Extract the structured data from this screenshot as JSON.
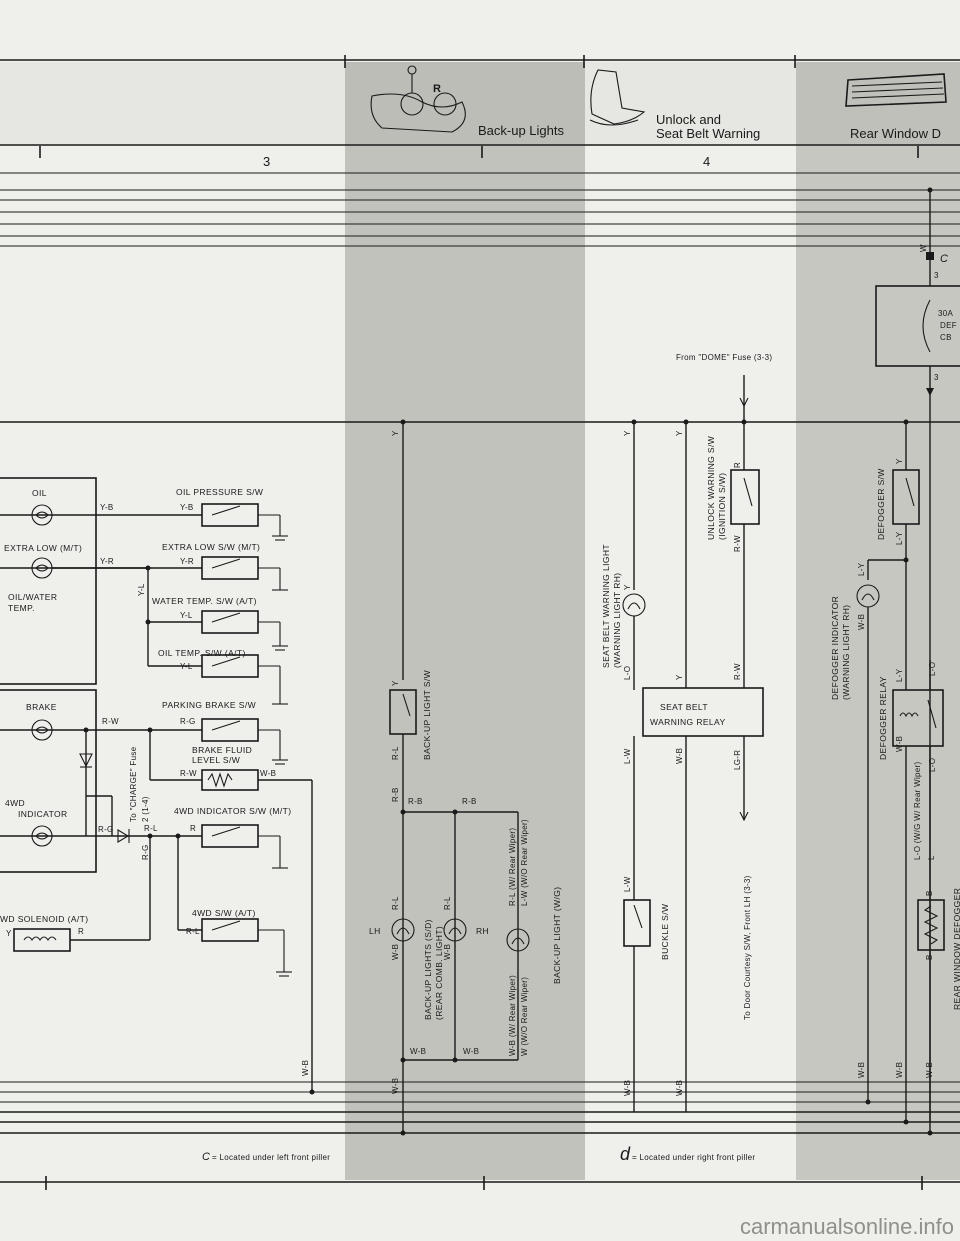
{
  "header": {
    "sections": [
      "Back-up Lights",
      "Unlock and",
      "Seat Belt Warning",
      "Rear Window D"
    ],
    "columns": [
      "3",
      "4"
    ]
  },
  "warning_panel": {
    "oil": "OIL",
    "extra_low": "EXTRA LOW (M/T)",
    "oil_water_1": "OIL/WATER",
    "oil_water_2": "TEMP.",
    "brake": "BRAKE",
    "indicator_4wd_1": "4WD",
    "indicator_4wd_2": "INDICATOR",
    "solenoid": "WD SOLENOID (A/T)"
  },
  "switches": {
    "oil_pressure": "OIL PRESSURE S/W",
    "extra_low": "EXTRA LOW S/W (M/T)",
    "water_temp": "WATER TEMP. S/W (A/T)",
    "oil_temp": "OIL TEMP. S/W (A/T)",
    "parking_brake": "PARKING BRAKE S/W",
    "brake_fluid_1": "BRAKE FLUID",
    "brake_fluid_2": "LEVEL S/W",
    "ind_4wd_sw": "4WD INDICATOR S/W (M/T)",
    "sw_4wd_at": "4WD S/W (A/T)",
    "charge_fuse_1": "To \"CHARGE\" Fuse",
    "charge_fuse_2": "2 (1-4)"
  },
  "backup": {
    "switch": "BACK-UP LIGHT S/W",
    "lights_1": "BACK-UP LIGHTS (S/D)",
    "lights_2": "(REAR COMB. LIGHT)",
    "lh": "LH",
    "rh": "RH",
    "light_wg": "BACK-UP LIGHT (W/G)",
    "wiper_rl_1": "R-L (W/ Rear Wiper)",
    "wiper_rl_2": "L-W (W/O Rear Wiper)",
    "wiper_wb_1": "W-B (W/ Rear Wiper)",
    "wiper_wb_2": "W (W/O Rear Wiper)"
  },
  "seatbelt": {
    "from_dome": "From \"DOME\" Fuse (3-3)",
    "light_1": "SEAT BELT WARNING LIGHT",
    "light_2": "(WARNING LIGHT RH)",
    "unlock_1": "UNLOCK WARNING S/W",
    "unlock_2": "(IGNITION S/W)",
    "relay_1": "SEAT BELT",
    "relay_2": "WARNING RELAY",
    "buckle": "BUCKLE S/W",
    "door": "To Door Courtesy S/W, Front LH (3-3)"
  },
  "defogger": {
    "cb_1": "30A",
    "cb_2": "DEF",
    "cb_3": "CB",
    "cb_num_top": "3",
    "cb_num_bottom": "3",
    "cb_conn": "C",
    "sw": "DEFOGGER S/W",
    "ind_1": "DEFOGGER INDICATOR",
    "ind_2": "(WARNING LIGHT RH)",
    "relay": "DEFOGGER RELAY",
    "lo_1": "L-O (W/G W/ Rear Wiper)",
    "lo_2": "L",
    "heater": "REAR WINDOW DEFOGGER"
  },
  "wires": {
    "yb": "Y-B",
    "yr": "Y-R",
    "yl": "Y-L",
    "rw": "R-W",
    "rg": "R-G",
    "rl": "R-L",
    "wb": "W-B",
    "y": "Y",
    "r": "R",
    "rb": "R-B",
    "lo": "L-O",
    "lw": "L-W",
    "lgr": "LG-R",
    "ly": "L-Y",
    "w": "W",
    "b": "B"
  },
  "footer": {
    "note_c_mark": "C",
    "note_c": "= Located under left front piller",
    "note_d_mark": "d",
    "note_d": "= Located under right front piller",
    "watermark": "carmanualsonline.info"
  }
}
